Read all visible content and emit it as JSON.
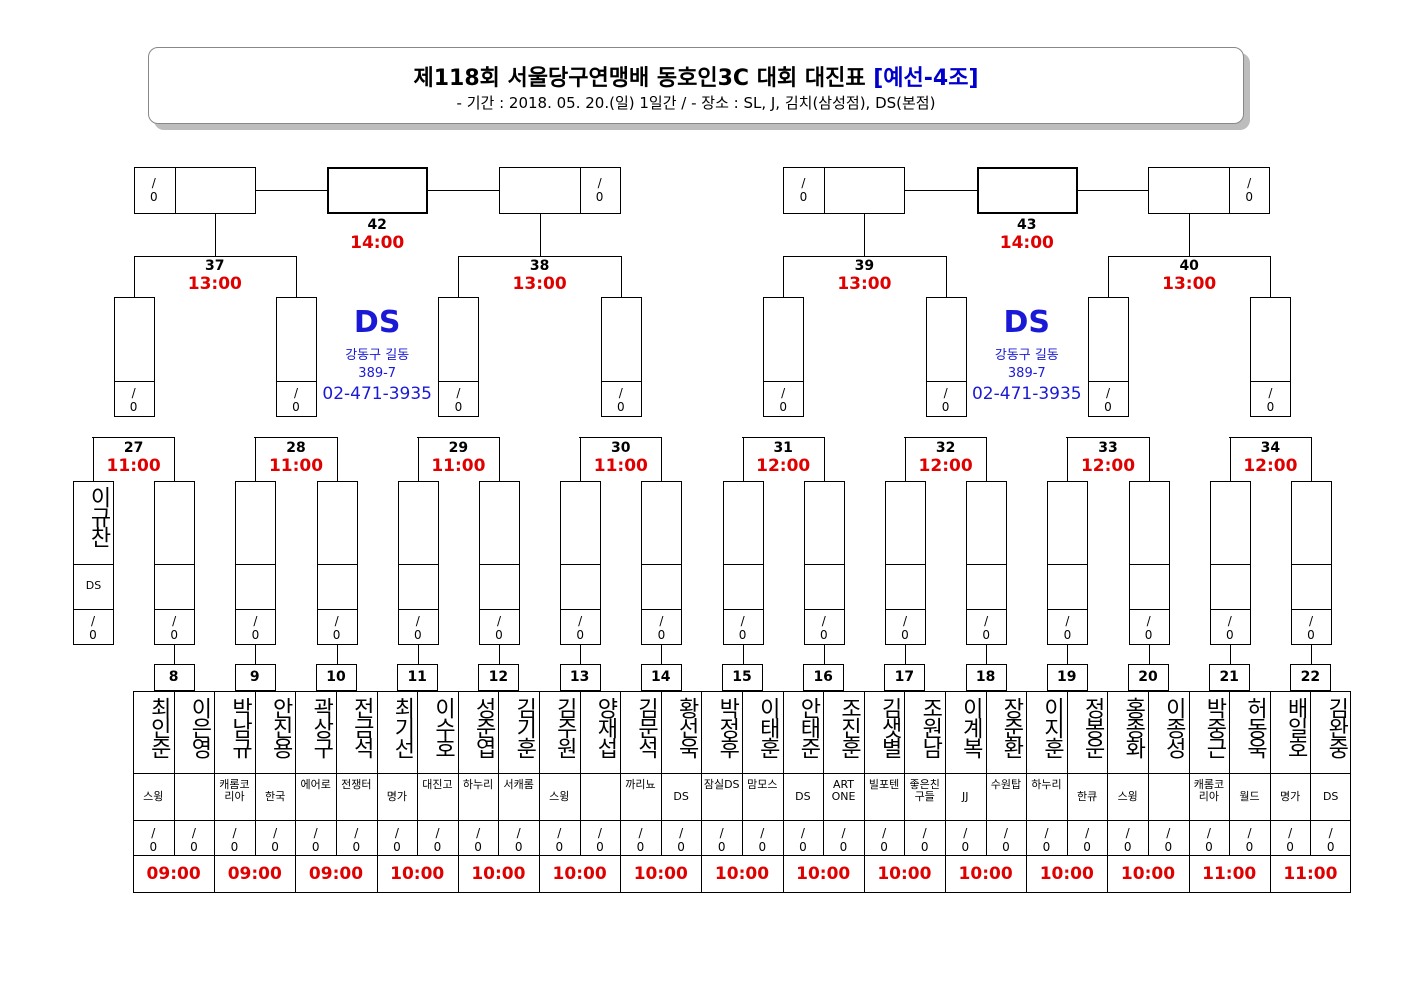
{
  "header": {
    "title_main": "제118회 서울당구연맹배 동호인3C 대회 대진표",
    "title_sub": "[예선-4조]",
    "period": "- 기간 : 2018. 05. 20.(일) 1일간 / - 장소 : SL, J, 김치(삼성점), DS(본점)"
  },
  "venue": {
    "name": "DS",
    "addr1": "강동구 길동",
    "addr2": "389-7",
    "phone": "02-471-3935"
  },
  "score_blank": "0",
  "finals": [
    {
      "no": "42",
      "time": "14:00"
    },
    {
      "no": "43",
      "time": "14:00"
    }
  ],
  "semis": [
    {
      "no": "37",
      "time": "13:00"
    },
    {
      "no": "38",
      "time": "13:00"
    },
    {
      "no": "39",
      "time": "13:00"
    },
    {
      "no": "40",
      "time": "13:00"
    }
  ],
  "round2": [
    {
      "no": "27",
      "time": "11:00"
    },
    {
      "no": "28",
      "time": "11:00"
    },
    {
      "no": "29",
      "time": "11:00"
    },
    {
      "no": "30",
      "time": "11:00"
    },
    {
      "no": "31",
      "time": "12:00"
    },
    {
      "no": "32",
      "time": "12:00"
    },
    {
      "no": "33",
      "time": "12:00"
    },
    {
      "no": "34",
      "time": "12:00"
    }
  ],
  "bye_player": {
    "name": "이규찬",
    "club": "DS"
  },
  "matches": [
    {
      "no": "8",
      "time": "09:00",
      "p1": "최인준",
      "c1": "스윙",
      "p2": "이은영",
      "c2": ""
    },
    {
      "no": "9",
      "time": "09:00",
      "p1": "박남규",
      "c1": "캐롬코리아",
      "p2": "안진용",
      "c2": "한국"
    },
    {
      "no": "10",
      "time": "09:00",
      "p1": "곽상구",
      "c1": "에어로",
      "p2": "전금석",
      "c2": "전쟁터"
    },
    {
      "no": "11",
      "time": "10:00",
      "p1": "최기선",
      "c1": "명가",
      "p2": "이수호",
      "c2": "대진고"
    },
    {
      "no": "12",
      "time": "10:00",
      "p1": "성준엽",
      "c1": "하누리",
      "p2": "김기훈",
      "c2": "서캐롬"
    },
    {
      "no": "13",
      "time": "10:00",
      "p1": "김주원",
      "c1": "스윙",
      "p2": "양재섭",
      "c2": ""
    },
    {
      "no": "14",
      "time": "10:00",
      "p1": "김문석",
      "c1": "까리뇨",
      "p2": "황선욱",
      "c2": "DS"
    },
    {
      "no": "15",
      "time": "10:00",
      "p1": "박정후",
      "c1": "잠실DS",
      "p2": "이태훈",
      "c2": "맘모스"
    },
    {
      "no": "16",
      "time": "10:00",
      "p1": "안태준",
      "c1": "DS",
      "p2": "조진훈",
      "c2": "ART ONE"
    },
    {
      "no": "17",
      "time": "10:00",
      "p1": "김샛별",
      "c1": "빌포텐",
      "p2": "조원남",
      "c2": "좋은친구들"
    },
    {
      "no": "18",
      "time": "10:00",
      "p1": "이계복",
      "c1": "JJ",
      "p2": "장준환",
      "c2": "수원탑"
    },
    {
      "no": "19",
      "time": "10:00",
      "p1": "이지훈",
      "c1": "하누리",
      "p2": "정봉운",
      "c2": "한큐"
    },
    {
      "no": "20",
      "time": "10:00",
      "p1": "홍종화",
      "c1": "스윙",
      "p2": "이종성",
      "c2": ""
    },
    {
      "no": "21",
      "time": "11:00",
      "p1": "박중근",
      "c1": "캐롬코리아",
      "p2": "허동욱",
      "c2": "월드"
    },
    {
      "no": "22",
      "time": "11:00",
      "p1": "배일호",
      "c1": "명가",
      "p2": "김완중",
      "c2": "DS"
    }
  ]
}
